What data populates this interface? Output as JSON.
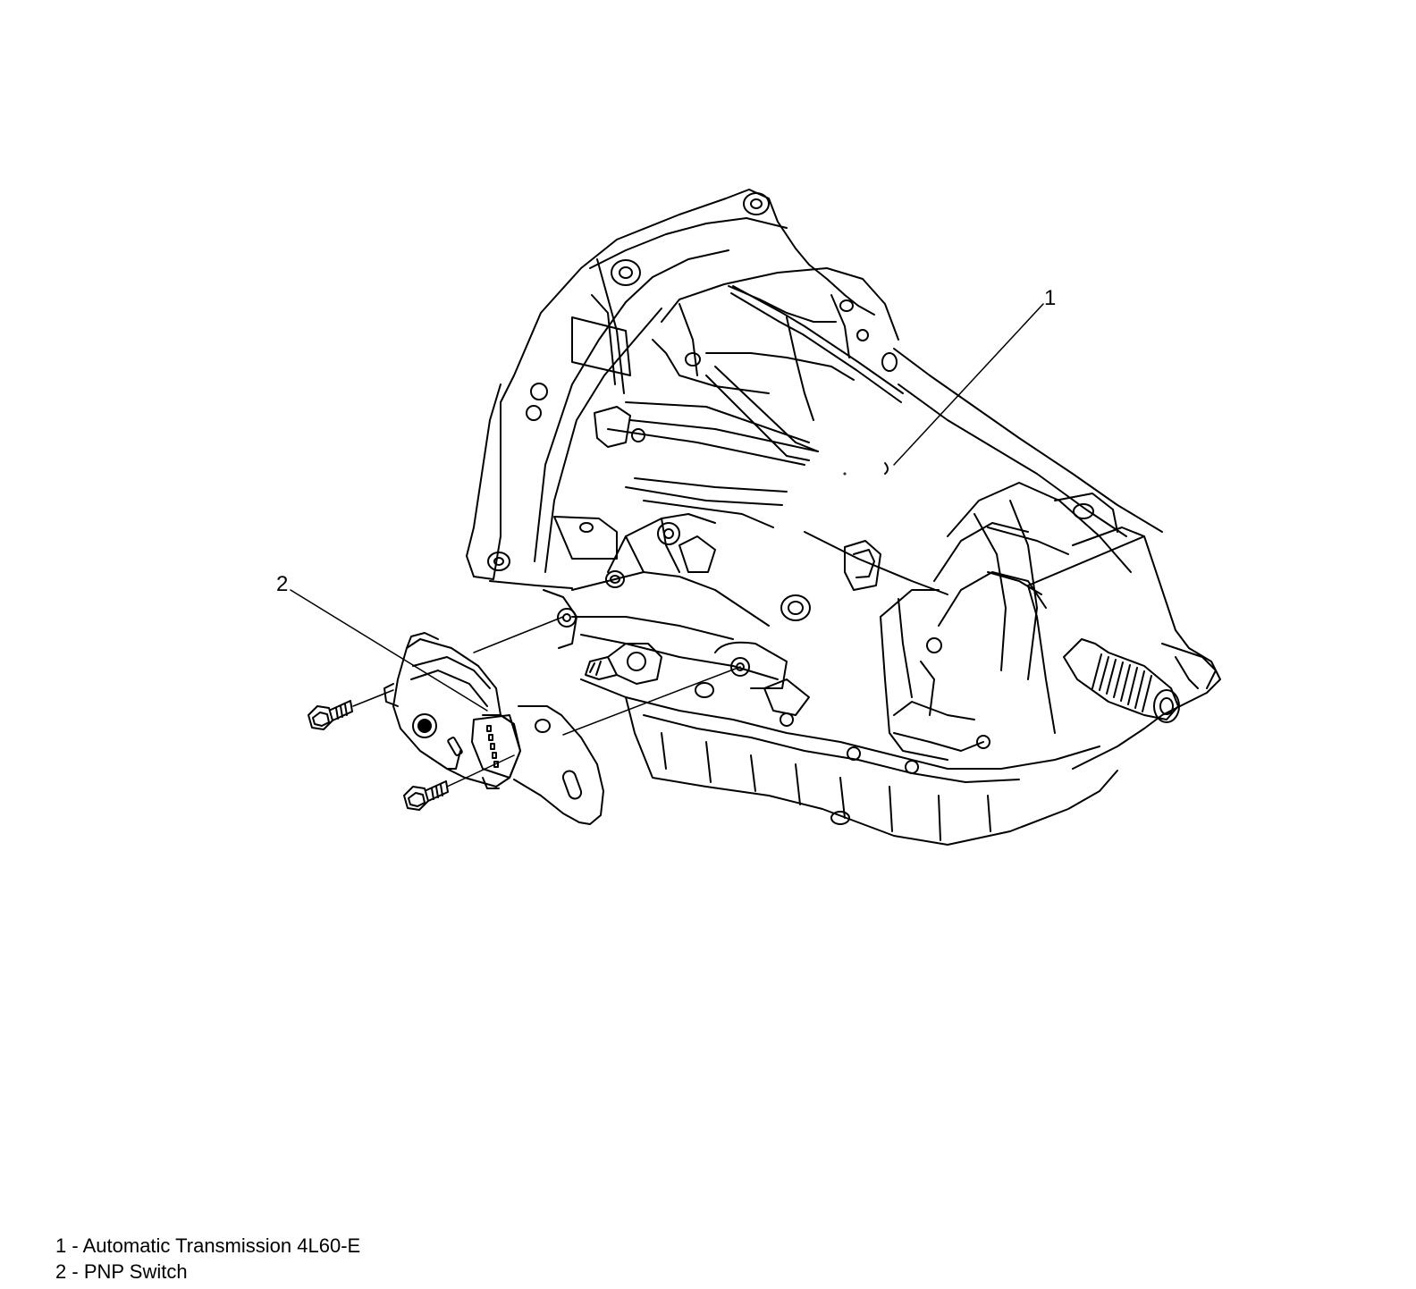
{
  "callouts": [
    {
      "number": "1",
      "description": "Automatic Transmission 4L60-E"
    },
    {
      "number": "2",
      "description": "PNP Switch"
    }
  ],
  "legend_separator": "-",
  "colors": {
    "line": "#000000",
    "background": "#ffffff"
  }
}
